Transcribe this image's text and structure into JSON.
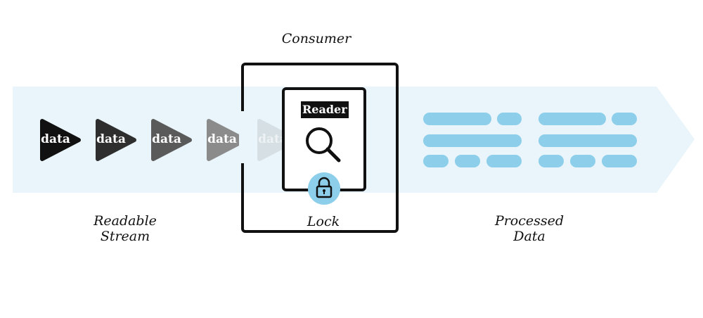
{
  "title": "Consumer",
  "reader_label": "Reader",
  "lock_label": "Lock",
  "readable_stream_label": [
    "Readable",
    "Stream"
  ],
  "processed_data_label": [
    "Processed",
    "Data"
  ],
  "chunk_label": "data",
  "chunks": [
    {
      "label": "data",
      "color": "#111111"
    },
    {
      "label": "data",
      "color": "#2e2e2e"
    },
    {
      "label": "data",
      "color": "#5a5a5a"
    },
    {
      "label": "data",
      "color": "#8b8b8b"
    },
    {
      "label": "data",
      "color": "#d6dfe3"
    }
  ],
  "colors": {
    "stream_band": "#e9f5fa",
    "data_bar": "#8dcfeb",
    "lock_circle": "#8dcfeb",
    "outline": "#111111"
  },
  "icons": [
    "search-icon",
    "lock-icon"
  ]
}
